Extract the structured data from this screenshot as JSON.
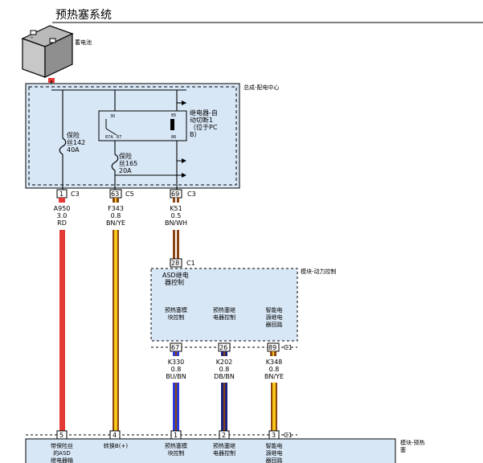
{
  "title": "预热塞系统",
  "battery": {
    "label": "蓄电池"
  },
  "pdc": {
    "label": "总成-配电中心",
    "relay": {
      "label_lines": [
        "继电器-自",
        "动切断1",
        "（位于PC",
        "B）"
      ],
      "pins": [
        "30",
        "85",
        "86",
        "87A",
        "87"
      ]
    },
    "fuse_142": {
      "lines": [
        "保险",
        "丝142",
        "40A"
      ]
    },
    "fuse_165": {
      "lines": [
        "保险",
        "丝165",
        "20A"
      ]
    }
  },
  "top_connectors": [
    {
      "pin": "1",
      "conn": "C3",
      "circuit": "A950",
      "gauge": "3.0",
      "color_code": "RD",
      "wire_color": "#e53935",
      "stripe_color": "#e53935"
    },
    {
      "pin": "63",
      "conn": "C5",
      "circuit": "F343",
      "gauge": "0.8",
      "color_code": "BN/YE",
      "wire_color": "#8b4513",
      "stripe_color": "#f5c518"
    },
    {
      "pin": "69",
      "conn": "C3",
      "circuit": "K51",
      "gauge": "0.5",
      "color_code": "BN/WH",
      "wire_color": "#8b4513",
      "stripe_color": "#ffffff"
    }
  ],
  "pcm": {
    "label": "模块-动力控制",
    "pin": "28",
    "conn": "C1",
    "asd_lines": [
      "ASD继电",
      "器控制"
    ],
    "func_labels": [
      [
        "预热塞模",
        "块控制"
      ],
      [
        "预热塞继",
        "电器控制"
      ],
      [
        "智能电",
        "源继电",
        "器回路"
      ]
    ]
  },
  "pcm_outputs": [
    {
      "pin": "67",
      "conn": "",
      "circuit": "K330",
      "gauge": "0.8",
      "color_code": "BU/BN",
      "wire_color": "#2b3bd6",
      "stripe_color": "#8b4513"
    },
    {
      "pin": "26",
      "conn": "",
      "circuit": "K202",
      "gauge": "0.8",
      "color_code": "DB/BN",
      "wire_color": "#1a237e",
      "stripe_color": "#8b4513"
    },
    {
      "pin": "89",
      "conn": "C1",
      "circuit": "K348",
      "gauge": "0.8",
      "color_code": "BN/YE",
      "wire_color": "#8b4513",
      "stripe_color": "#f5c518"
    }
  ],
  "gpm": {
    "label_lines": [
      "模块-预热",
      "塞"
    ],
    "conn": "C1",
    "pins": [
      "5",
      "4",
      "1",
      "2",
      "3"
    ],
    "pin_labels": [
      [
        "带保险丝",
        "的ASD",
        "继电器输"
      ],
      [
        "转换B(+)"
      ],
      [
        "预热塞模",
        "块控制"
      ],
      [
        "预热塞继",
        "电器控制"
      ],
      [
        "智能电",
        "源继电",
        "器回路"
      ]
    ]
  }
}
